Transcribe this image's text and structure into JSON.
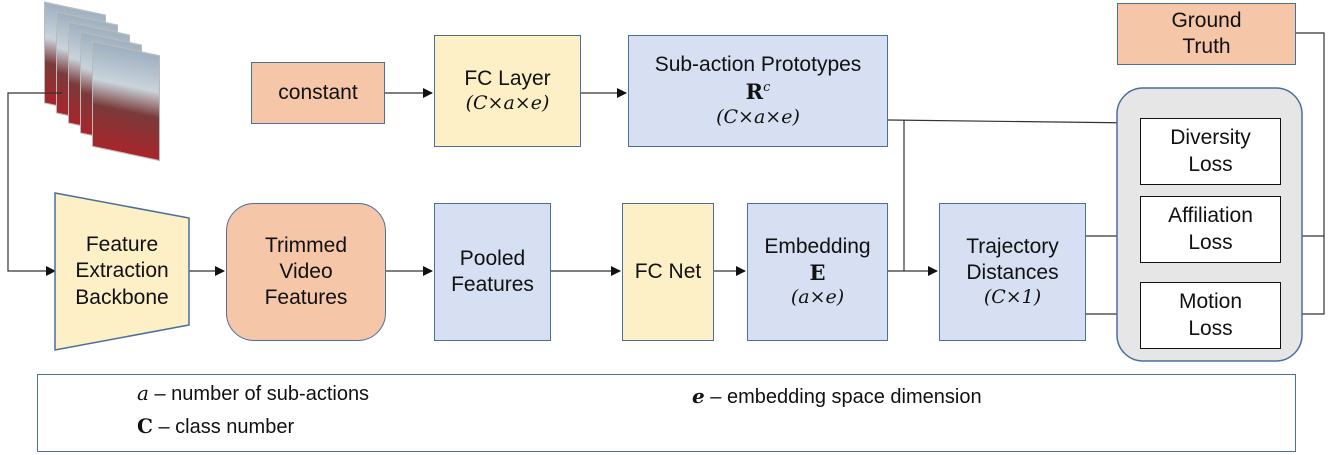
{
  "constant": "constant",
  "fc_layer": {
    "label": "FC Layer",
    "shape": "(C×a×e)"
  },
  "prototypes": {
    "label": "Sub-action Prototypes",
    "symbol": "R",
    "superscript": "c",
    "shape": "(C×a×e)"
  },
  "ground_truth": "Ground Truth",
  "backbone": "Feature Extraction Backbone",
  "trimmed": "Trimmed Video Features",
  "pooled": "Pooled Features",
  "fcnet": "FC Net",
  "embedding": {
    "label": "Embedding",
    "symbol": "E",
    "shape": "(a×e)"
  },
  "trajectory": {
    "label": "Trajectory Distances",
    "shape": "(C×1)"
  },
  "losses": {
    "diversity": "Diversity Loss",
    "affiliation": "Affiliation Loss",
    "motion": "Motion Loss"
  },
  "legend": {
    "a_sym": "a",
    "a_text": "– number of sub-actions",
    "c_sym": "C",
    "c_text": "– class number",
    "e_sym": "e",
    "e_text": "– embedding space dimension"
  }
}
